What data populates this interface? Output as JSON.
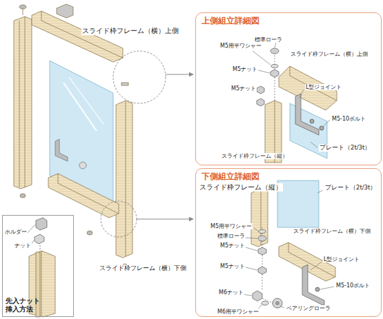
{
  "diagram": {
    "nodes": [
      {
        "text": [
          "上側組立詳細図"
        ]
      },
      {
        "text": [
          "下側組立詳細図"
        ]
      },
      {
        "text": [
          "先入ナット挿入方法"
        ]
      }
    ],
    "labels": [
      "スライド枠フレーム（横）上側",
      "スライド枠フレーム（横）下側",
      "M5用平ワシャー",
      "標準ローラ",
      "スライド枠フレーム（横）上側",
      "M5ナット",
      "M5ナット",
      "L型ジョイント",
      "M5-10ボルト",
      "スライド枠フレーム（縦）",
      "プレート（2t/3t）",
      "スライド枠フレーム（縦）",
      "プレート（2t/3t）",
      "M5用平ワシャー",
      "標準ローラ",
      "スライド枠フレーム（横）下側",
      "M5ナット",
      "M5ナット",
      "L型ジョイント",
      "M5-10ボルト",
      "M6ナット",
      "M6用平ワシャー",
      "ベアリングローラ",
      "ホルダー",
      "ナット"
    ]
  }
}
